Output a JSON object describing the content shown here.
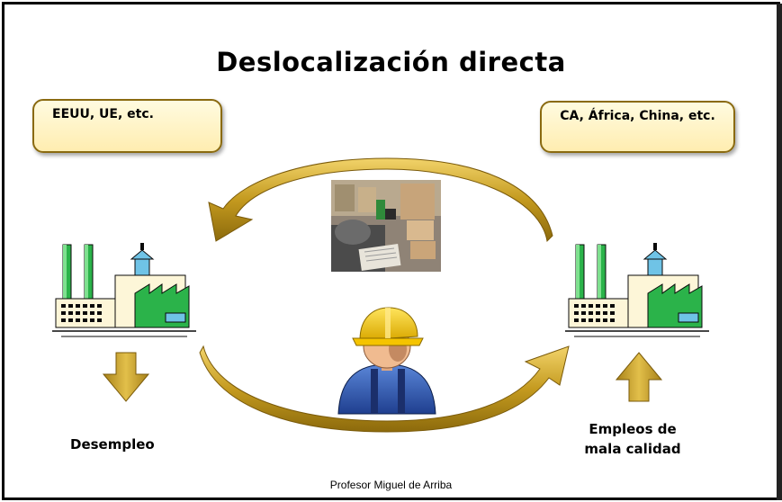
{
  "slide": {
    "title": "Deslocalización directa",
    "left_region": "EEUU, UE, etc.",
    "right_region": "CA, África, China, etc.",
    "left_outcome": "Desempleo",
    "right_outcome_line1": "Empleos de",
    "right_outcome_line2": "mala calidad",
    "footer": "Profesor Miguel de Arriba"
  },
  "colors": {
    "arrow_gold": "#c49a1f",
    "factory_green": "#2bb34a",
    "box_border": "#8a6a10",
    "box_fill": "#ffedb0"
  },
  "icons": [
    "factory-icon",
    "warehouse-photo",
    "worker-icon",
    "arrow-down-icon",
    "arrow-up-icon",
    "curved-arrow-icon"
  ]
}
